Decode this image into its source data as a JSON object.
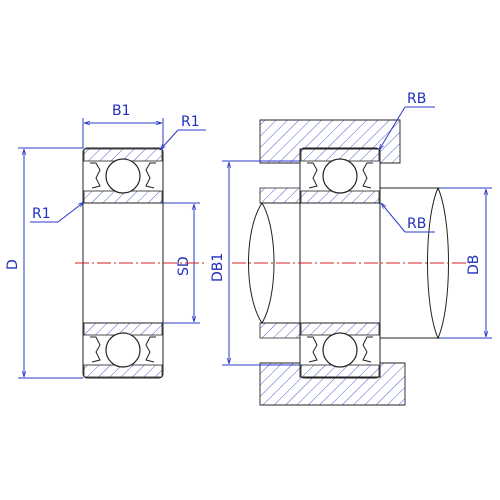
{
  "labels": {
    "b1": "B1",
    "r1_top": "R1",
    "r1_left": "R1",
    "d": "D",
    "sd": "SD",
    "db1": "DB1",
    "db": "DB",
    "rb_top": "RB",
    "rb_mid": "RB"
  },
  "colors": {
    "dimension": "#1f2fbf",
    "outline": "#222222",
    "centerline": "#d02020",
    "hatch": "#4050d0"
  }
}
